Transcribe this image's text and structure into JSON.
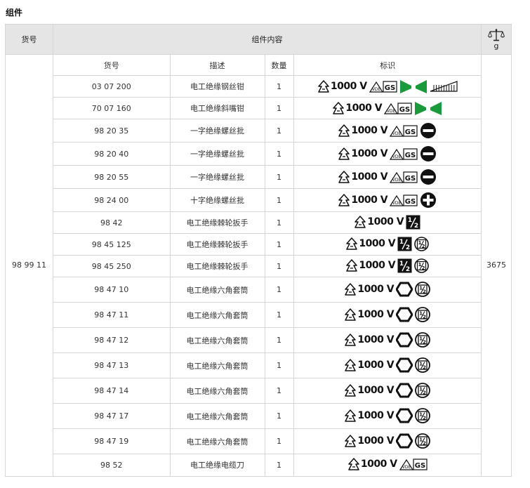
{
  "section_title": "组件",
  "header": {
    "article_no": "货号",
    "contents": "组件内容",
    "weight_unit": "g"
  },
  "set": {
    "article_no": "98 99 11",
    "weight": "3675"
  },
  "sub_header": {
    "article_no": "货号",
    "description": "描述",
    "quantity": "数量",
    "marking": "标识"
  },
  "rows": [
    {
      "no": "03 07 200",
      "desc": "电工绝缘钢丝钳",
      "qty": "1",
      "volt": "1000 V",
      "marks": [
        "gs",
        "pliers-grips",
        "cutting-ruler"
      ]
    },
    {
      "no": "70 07 160",
      "desc": "电工绝缘斜嘴钳",
      "qty": "1",
      "volt": "1000 V",
      "marks": [
        "gs",
        "pliers-grips"
      ]
    },
    {
      "no": "98 20 35",
      "desc": "一字绝缘螺丝批",
      "qty": "1",
      "volt": "1000 V",
      "marks": [
        "gs",
        "slotted"
      ]
    },
    {
      "no": "98 20 40",
      "desc": "一字绝缘螺丝批",
      "qty": "1",
      "volt": "1000 V",
      "marks": [
        "gs",
        "slotted"
      ]
    },
    {
      "no": "98 20 55",
      "desc": "一字绝缘螺丝批",
      "qty": "1",
      "volt": "1000 V",
      "marks": [
        "gs",
        "slotted"
      ]
    },
    {
      "no": "98 24 00",
      "desc": "十字绝缘螺丝批",
      "qty": "1",
      "volt": "1000 V",
      "marks": [
        "gs",
        "phillips"
      ]
    },
    {
      "no": "98 42",
      "desc": "电工绝缘棘轮扳手",
      "qty": "1",
      "volt": "1000 V",
      "marks": [
        "drive-half"
      ]
    },
    {
      "no": "98 45 125",
      "desc": "电工绝缘棘轮扳手",
      "qty": "1",
      "volt": "1000 V",
      "marks": [
        "drive-half",
        "drive-half-outline"
      ]
    },
    {
      "no": "98 45 250",
      "desc": "电工绝缘棘轮扳手",
      "qty": "1",
      "volt": "1000 V",
      "marks": [
        "drive-half",
        "drive-half-outline"
      ]
    },
    {
      "no": "98 47 10",
      "desc": "电工绝缘六角套筒",
      "qty": "1",
      "volt": "1000 V",
      "marks": [
        "hex",
        "socket-half"
      ]
    },
    {
      "no": "98 47 11",
      "desc": "电工绝缘六角套筒",
      "qty": "1",
      "volt": "1000 V",
      "marks": [
        "hex",
        "socket-half"
      ]
    },
    {
      "no": "98 47 12",
      "desc": "电工绝缘六角套筒",
      "qty": "1",
      "volt": "1000 V",
      "marks": [
        "hex",
        "socket-half"
      ]
    },
    {
      "no": "98 47 13",
      "desc": "电工绝缘六角套筒",
      "qty": "1",
      "volt": "1000 V",
      "marks": [
        "hex",
        "socket-half"
      ]
    },
    {
      "no": "98 47 14",
      "desc": "电工绝缘六角套筒",
      "qty": "1",
      "volt": "1000 V",
      "marks": [
        "hex",
        "socket-half"
      ]
    },
    {
      "no": "98 47 17",
      "desc": "电工绝缘六角套筒",
      "qty": "1",
      "volt": "1000 V",
      "marks": [
        "hex",
        "socket-half"
      ]
    },
    {
      "no": "98 47 19",
      "desc": "电工绝缘六角套筒",
      "qty": "1",
      "volt": "1000 V",
      "marks": [
        "hex",
        "socket-half"
      ]
    },
    {
      "no": "98 52",
      "desc": "电工绝缘电缆刀",
      "qty": "1",
      "volt": "1000 V",
      "marks": [
        "gs"
      ]
    }
  ],
  "icons": {
    "weight": "scale-icon",
    "insulation": "vde-1000v-symbol",
    "gs": "vde-gs-icon",
    "pliers-grips": "green-grips-icon",
    "cutting-ruler": "cutting-ruler-icon",
    "slotted": "slotted-tip-icon",
    "phillips": "phillips-tip-icon",
    "drive-half": "half-inch-drive-icon",
    "drive-half-outline": "half-inch-drive-outline-icon",
    "hex": "hexagon-icon",
    "socket-half": "half-inch-socket-icon"
  },
  "colors": {
    "header_bg": "#e5e5e5",
    "border": "#d6d6d6",
    "grip_green": "#1a9a3a"
  }
}
